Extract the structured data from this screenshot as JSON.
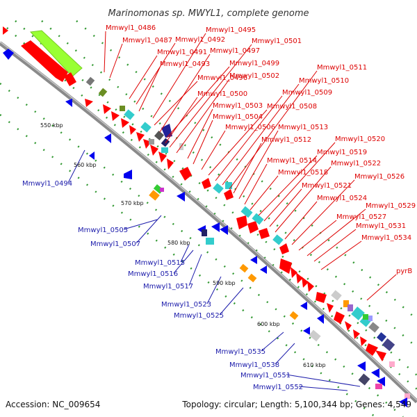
{
  "title": "Marinomonas sp. MWYL1, complete genome",
  "footer": {
    "accession": "Accession: NC_009654",
    "topology": "Topology: circular; Length: 5,100,344 bp; Genes: 4,549"
  },
  "colors": {
    "forward": "#ff0000",
    "reverse": "#0000ff",
    "forward_label": "#dd0000",
    "reverse_label": "#1a1aaa",
    "backbone": "#808080",
    "rrna": "#99ff33",
    "dot_green": "#339933"
  },
  "ticks": [
    {
      "label": "550 kbp"
    },
    {
      "label": "560 kbp"
    },
    {
      "label": "570 kbp"
    },
    {
      "label": "580 kbp"
    },
    {
      "label": "590 kbp"
    },
    {
      "label": "600 kbp"
    },
    {
      "label": "610 kbp"
    }
  ],
  "forward_labels": [
    "Mmwyl1_0486",
    "Mmwyl1_0487",
    "Mmwyl1_0491",
    "Mmwyl1_0492",
    "Mmwyl1_0493",
    "Mmwyl1_0495",
    "Mmwyl1_0496",
    "Mmwyl1_0497",
    "Mmwyl1_0499",
    "Mmwyl1_0500",
    "Mmwyl1_0501",
    "Mmwyl1_0502",
    "Mmwyl1_0503",
    "Mmwyl1_0504",
    "Mmwyl1_0506",
    "Mmwyl1_0508",
    "Mmwyl1_0509",
    "Mmwyl1_0510",
    "Mmwyl1_0511",
    "Mmwyl1_0512",
    "Mmwyl1_0513",
    "Mmwyl1_0514",
    "Mmwyl1_0518",
    "Mmwyl1_0519",
    "Mmwyl1_0520",
    "Mmwyl1_0521",
    "Mmwyl1_0522",
    "Mmwyl1_0524",
    "Mmwyl1_0526",
    "Mmwyl1_0527",
    "Mmwyl1_0529",
    "Mmwyl1_0531",
    "Mmwyl1_0534",
    "pyrB"
  ],
  "reverse_labels": [
    "Mmwyl1_0494",
    "Mmwyl1_0505",
    "Mmwyl1_0507",
    "Mmwyl1_0515",
    "Mmwyl1_0516",
    "Mmwyl1_0517",
    "Mmwyl1_0523",
    "Mmwyl1_0525",
    "Mmwyl1_0535",
    "Mmwyl1_0538",
    "Mmwyl1_0551",
    "Mmwyl1_0552"
  ]
}
